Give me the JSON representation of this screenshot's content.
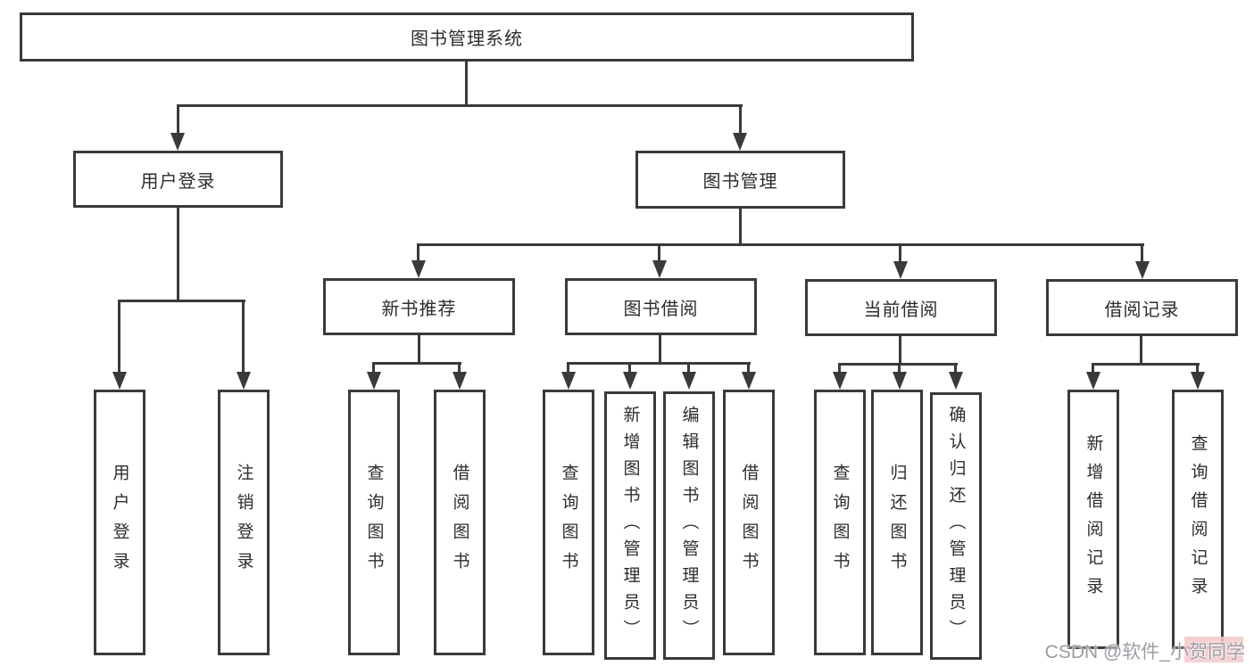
{
  "title": "图书管理系统",
  "nodes": {
    "user_login": "用户登录",
    "book_mgmt": "图书管理",
    "new_book_rec": "新书推荐",
    "book_borrow": "图书借阅",
    "current_borrow": "当前借阅",
    "borrow_records": "借阅记录",
    "ul_user_login": "用户登录",
    "ul_logout": "注销登录",
    "nb_query_book": "查询图书",
    "nb_borrow_book": "借阅图书",
    "bb_query_book": "查询图书",
    "bb_add_book_admin": "新增图书（管理员）",
    "bb_edit_book_admin": "编辑图书（管理员）",
    "bb_borrow_book": "借阅图书",
    "cb_query_book": "查询图书",
    "cb_return_book": "归还图书",
    "cb_confirm_return_admin": "确认归还（管理员）",
    "br_add_record": "新增借阅记录",
    "br_query_record": "查询借阅记录"
  },
  "watermark": {
    "text": "CSDN @软件_小贺同学"
  },
  "colors": {
    "line": "#3a3a3a",
    "box_border": "#3a3a3a",
    "text": "#2d2d2d",
    "background": "#ffffff",
    "watermark_text": "#9c9ca4",
    "watermark_highlight": "#f5c8c8"
  }
}
